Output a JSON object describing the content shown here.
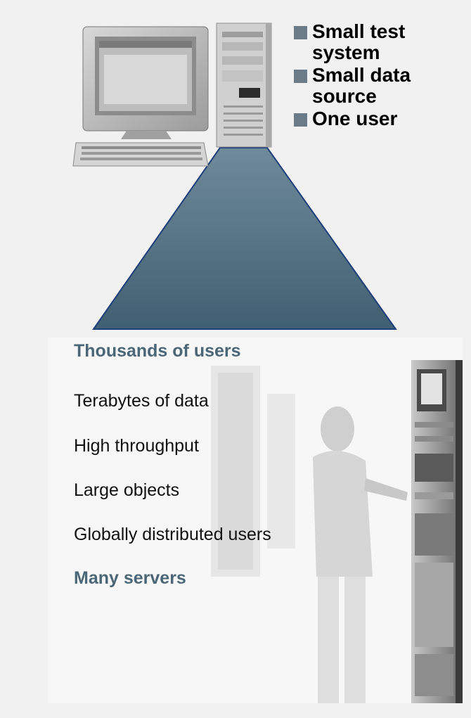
{
  "small_system": {
    "bullets": [
      "Small test system",
      "Small data source",
      "One user"
    ]
  },
  "large_system": {
    "items": [
      {
        "label": "Thousands of users",
        "accent": true
      },
      {
        "label": "Terabytes of data",
        "accent": false
      },
      {
        "label": "High throughput",
        "accent": false
      },
      {
        "label": "Large objects",
        "accent": false
      },
      {
        "label": "Globally distributed users",
        "accent": false
      },
      {
        "label": "Many servers",
        "accent": true
      }
    ]
  },
  "colors": {
    "background": "#f1f1f1",
    "funnel_top": "#6f8a9a",
    "funnel_bottom": "#3f5f72",
    "accent_text": "#4b6676",
    "bullet_square": "#6b7b87",
    "photo_panel": "#f7f7f7"
  },
  "icons": [
    "desktop-computer-icon",
    "server-room-photo"
  ]
}
